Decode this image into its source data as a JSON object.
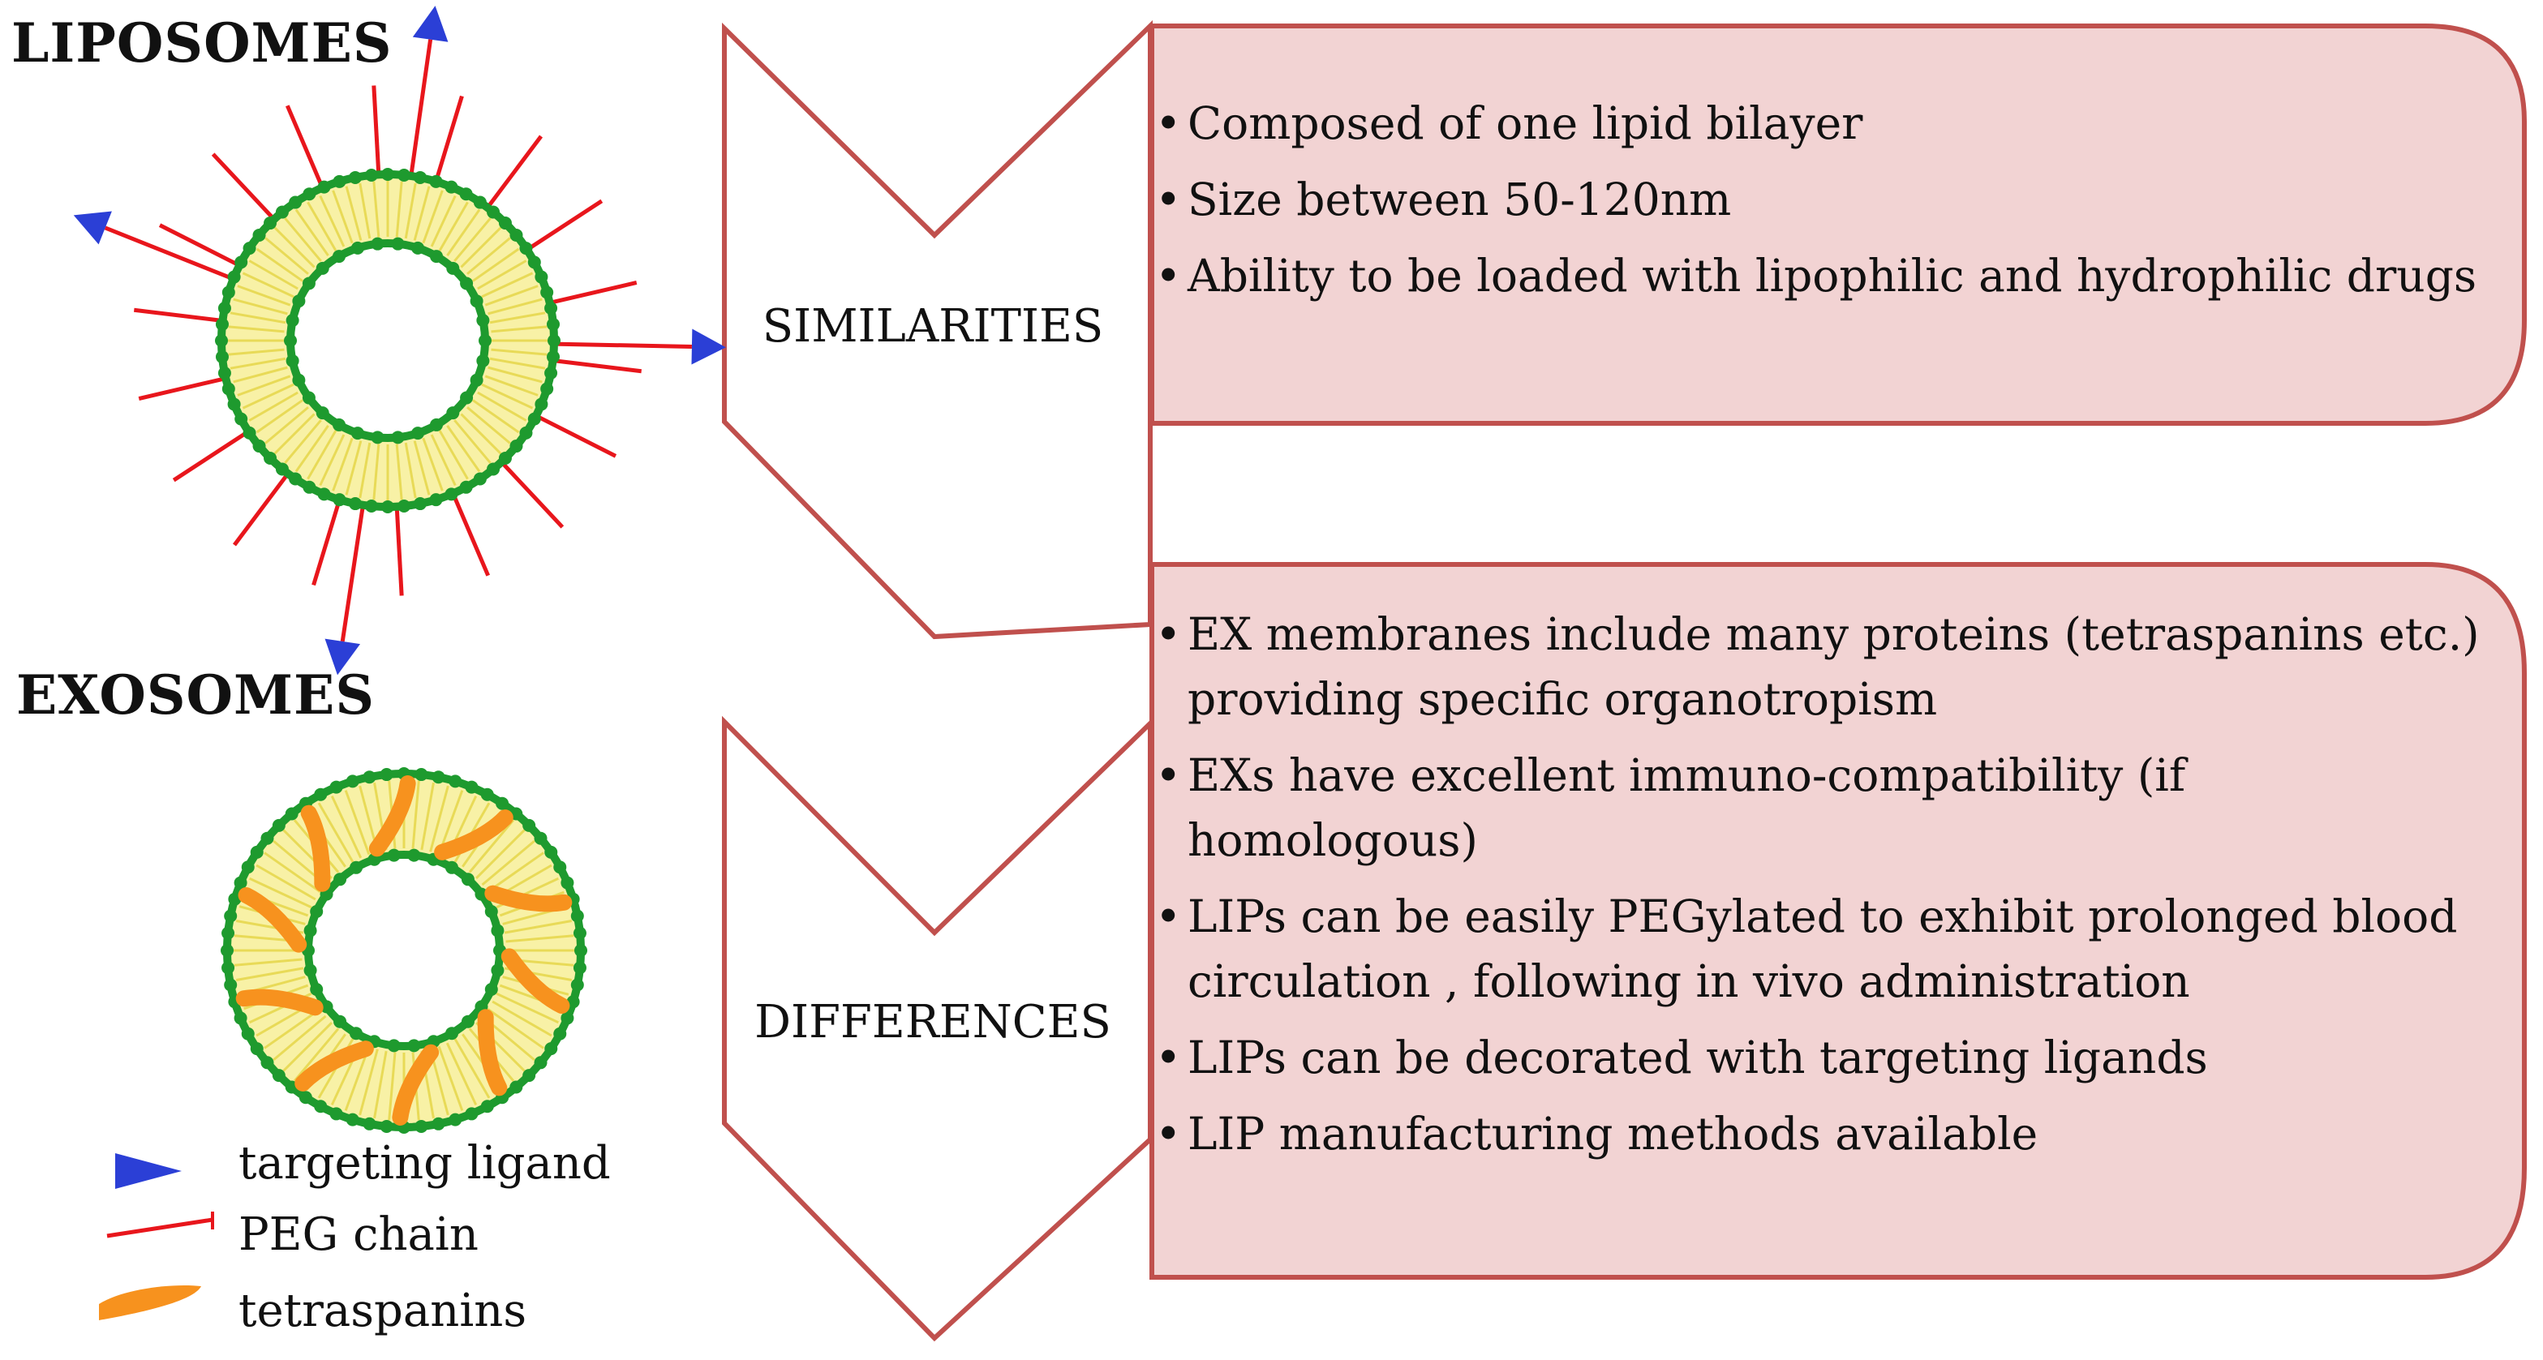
{
  "headings": {
    "liposomes": "LIPOSOMES",
    "exosomes": "EXOSOMES"
  },
  "similarities": {
    "label": "SIMILARITIES",
    "items": [
      "Composed of one lipid bilayer",
      "Size between 50-120nm",
      "Ability to be loaded with lipophilic and hydrophilic drugs"
    ]
  },
  "differences": {
    "label": "DIFFERENCES",
    "items": [
      "EX membranes include many proteins (tetraspanins etc.) providing specific organotropism",
      "EXs have excellent immuno-compatibility (if homologous)",
      "LIPs can be  easily PEGylated  to exhibit prolonged blood circulation , following in vivo administration",
      "LIPs can be decorated with targeting ligands",
      "LIP manufacturing methods available"
    ]
  },
  "legend": {
    "targeting_ligand": "targeting ligand",
    "peg_chain": "PEG chain",
    "tetraspanins": "tetraspanins"
  },
  "colors": {
    "box_fill": "#f2d3d3",
    "box_border": "#c0504d",
    "chevron_border": "#c0504d",
    "membrane_green": "#1e9a2e",
    "lipid_yellow": "#f2e65c",
    "peg_red": "#e8161c",
    "ligand_blue": "#2b3fd6",
    "tetraspanin_orange": "#f7921e"
  }
}
